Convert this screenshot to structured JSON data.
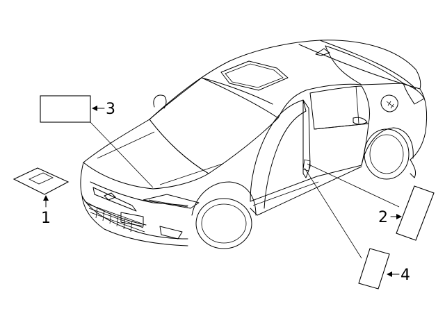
{
  "callouts": [
    {
      "id": "1",
      "text": "1"
    },
    {
      "id": "2",
      "text": "2"
    },
    {
      "id": "3",
      "text": "3"
    },
    {
      "id": "4",
      "text": "4"
    }
  ],
  "style": {
    "line_color": "#000000",
    "background": "#ffffff"
  }
}
